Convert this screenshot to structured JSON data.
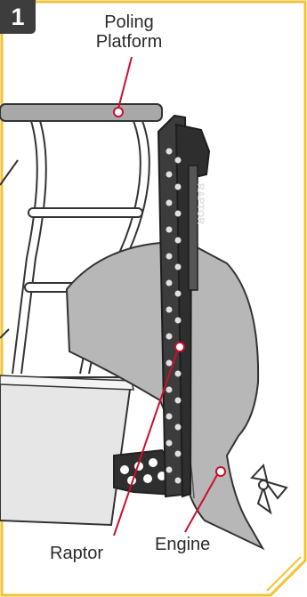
{
  "step": {
    "number": "1"
  },
  "labels": {
    "poling_platform": "Poling\nPlatform",
    "raptor": "Raptor",
    "engine": "Engine"
  },
  "panel_logo": "RAPTOR",
  "colors": {
    "frame_border": "#f2c233",
    "callout_line": "#c8102e",
    "badge_bg": "#3d3d3d",
    "engine_fill": "#b7b7b7",
    "raptor_fill": "#3c3c3c"
  }
}
